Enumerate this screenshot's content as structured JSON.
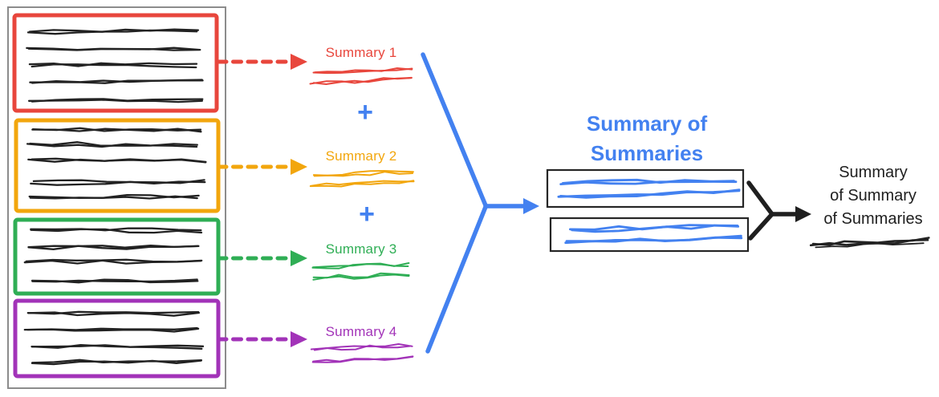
{
  "colors": {
    "red": "#e8463c",
    "orange": "#f2a60d",
    "green": "#2fae55",
    "purple": "#a233b8",
    "blue": "#4381f0",
    "ink": "#1f1f1f",
    "scribble_ink": "#222222",
    "frame": "#8c8c8c",
    "box_outline": "#262626",
    "background": "#ffffff"
  },
  "summary_labels": [
    {
      "label": "Summary 1",
      "color": "red"
    },
    {
      "label": "Summary 2",
      "color": "orange"
    },
    {
      "label": "Summary 3",
      "color": "green"
    },
    {
      "label": "Summary 4",
      "color": "purple"
    }
  ],
  "plus_sign": "+",
  "center_title": {
    "line1": "Summary of",
    "line2": "Summaries"
  },
  "right_label": {
    "line1": "Summary",
    "line2": "of Summary",
    "line3": "of Summaries"
  }
}
